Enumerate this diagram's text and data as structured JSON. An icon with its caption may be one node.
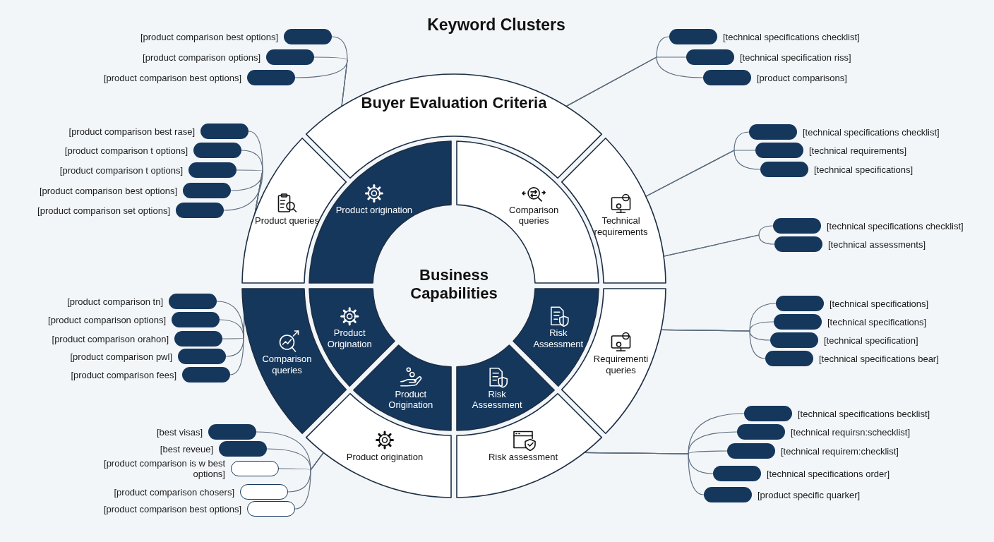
{
  "diagram": {
    "title": "Keyword Clusters",
    "nodes": [
      {
        "text": [
          "Buyer Evaluation Criteria"
        ]
      },
      {
        "text": [
          "Product queries"
        ]
      },
      {
        "text": [
          "Product origination"
        ]
      },
      {
        "text": [
          "Comparison queries"
        ]
      },
      {
        "text": [
          "Technical requirements"
        ]
      },
      {
        "text": [
          "Product Origination"
        ]
      },
      {
        "text": [
          "Risk Assessment"
        ]
      },
      {
        "text": [
          "Comparison queries"
        ]
      },
      {
        "text": [
          "Requirementi queries"
        ]
      },
      {
        "text": [
          "Product Origination"
        ]
      },
      {
        "text": [
          "Risk Assessment"
        ]
      },
      {
        "text": [
          "Product origination"
        ]
      },
      {
        "text": [
          "Risk assessment"
        ]
      },
      {
        "text": [
          "[product comparison best options]"
        ]
      },
      {
        "text": [
          "[product comparison options]"
        ]
      },
      {
        "text": [
          "[product comparison best options]"
        ]
      },
      {
        "text": [
          "[technical specifications checklist]"
        ]
      },
      {
        "text": [
          "[technical specification riss]"
        ]
      },
      {
        "text": [
          "[product comparisons]"
        ]
      },
      {
        "text": [
          "[product comparison best rase]"
        ]
      },
      {
        "text": [
          "[product comparison t options]"
        ]
      },
      {
        "text": [
          "[product comparison t options]"
        ]
      },
      {
        "text": [
          "[product comparison best options]"
        ]
      },
      {
        "text": [
          "[product comparison set options]"
        ]
      },
      {
        "text": [
          "[technical specifications checklist]"
        ]
      },
      {
        "text": [
          "[technical requirements]"
        ]
      },
      {
        "text": [
          "[technical specifications]"
        ]
      },
      {
        "text": [
          "[technical specifications checklist]"
        ]
      },
      {
        "text": [
          "[technical assessments]"
        ]
      },
      {
        "text": [
          "[product comparison tn]"
        ]
      },
      {
        "text": [
          "[product comparison options]"
        ]
      },
      {
        "text": [
          "[product comparison orahon]"
        ]
      },
      {
        "text": [
          "[product comparison pwl]"
        ]
      },
      {
        "text": [
          "[product comparison fees]"
        ]
      },
      {
        "text": [
          "[technical specifications]"
        ]
      },
      {
        "text": [
          "[technical specifications]"
        ]
      },
      {
        "text": [
          "[technical specification]"
        ]
      },
      {
        "text": [
          "[technical specifications bear]"
        ]
      },
      {
        "text": [
          "[best visas]"
        ]
      },
      {
        "text": [
          "[best reveue]"
        ]
      },
      {
        "text": [
          "[product comparison is w best options]"
        ]
      },
      {
        "text": [
          "[product comparison chosers]"
        ]
      },
      {
        "text": [
          "[product comparison best options]"
        ]
      },
      {
        "text": [
          "[technical specifications becklist]"
        ]
      },
      {
        "text": [
          "[technical requirsn:schecklist]"
        ]
      },
      {
        "text": [
          "[technical requirem:checklist]"
        ]
      },
      {
        "text": [
          "[technical specifications order]"
        ]
      },
      {
        "text": [
          "[product specific quarker]"
        ]
      }
    ],
    "edges": [
      {
        "from": 0,
        "to": 13,
        "arrow": "none"
      },
      {
        "from": 0,
        "to": 14,
        "arrow": "none"
      },
      {
        "from": 0,
        "to": 15,
        "arrow": "none"
      },
      {
        "from": 0,
        "to": 16,
        "arrow": "none"
      },
      {
        "from": 0,
        "to": 17,
        "arrow": "none"
      },
      {
        "from": 0,
        "to": 18,
        "arrow": "none"
      },
      {
        "from": 1,
        "to": 19,
        "arrow": "none"
      },
      {
        "from": 1,
        "to": 20,
        "arrow": "none"
      },
      {
        "from": 1,
        "to": 21,
        "arrow": "none"
      },
      {
        "from": 1,
        "to": 22,
        "arrow": "none"
      },
      {
        "from": 1,
        "to": 23,
        "arrow": "none"
      },
      {
        "from": 4,
        "to": 24,
        "arrow": "none"
      },
      {
        "from": 4,
        "to": 25,
        "arrow": "none"
      },
      {
        "from": 4,
        "to": 26,
        "arrow": "none"
      },
      {
        "from": 4,
        "to": 27,
        "arrow": "none"
      },
      {
        "from": 4,
        "to": 28,
        "arrow": "none"
      },
      {
        "from": 7,
        "to": 29,
        "arrow": "none"
      },
      {
        "from": 7,
        "to": 30,
        "arrow": "none"
      },
      {
        "from": 7,
        "to": 31,
        "arrow": "none"
      },
      {
        "from": 7,
        "to": 32,
        "arrow": "none"
      },
      {
        "from": 7,
        "to": 33,
        "arrow": "none"
      },
      {
        "from": 8,
        "to": 34,
        "arrow": "none"
      },
      {
        "from": 8,
        "to": 35,
        "arrow": "none"
      },
      {
        "from": 8,
        "to": 36,
        "arrow": "none"
      },
      {
        "from": 8,
        "to": 37,
        "arrow": "none"
      },
      {
        "from": 11,
        "to": 38,
        "arrow": "none"
      },
      {
        "from": 11,
        "to": 39,
        "arrow": "none"
      },
      {
        "from": 11,
        "to": 40,
        "arrow": "none"
      },
      {
        "from": 11,
        "to": 41,
        "arrow": "none"
      },
      {
        "from": 11,
        "to": 42,
        "arrow": "none"
      },
      {
        "from": 12,
        "to": 43,
        "arrow": "none"
      },
      {
        "from": 12,
        "to": 44,
        "arrow": "none"
      },
      {
        "from": 12,
        "to": 45,
        "arrow": "none"
      },
      {
        "from": 12,
        "to": 46,
        "arrow": "none"
      },
      {
        "from": 12,
        "to": 47,
        "arrow": "none"
      }
    ],
    "labels": [
      "Business Capabilities"
    ]
  }
}
